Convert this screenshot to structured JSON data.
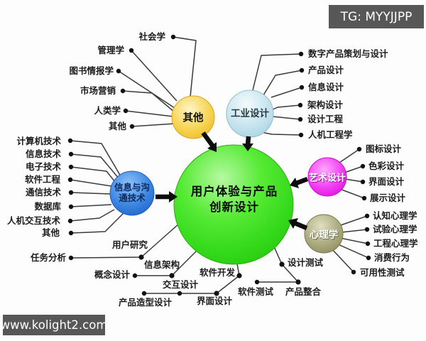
{
  "center": {
    "line1": "用户体验与产品",
    "line2": "创新设计"
  },
  "groups": {
    "other": {
      "node": "其他",
      "leaves": [
        "社会学",
        "管理学",
        "图书情报学",
        "市场营销",
        "人类学",
        "其他"
      ]
    },
    "industrial": {
      "node": "工业设计",
      "leaves": [
        "数字产品策划与设计",
        "产品设计",
        "信息设计",
        "架构设计",
        "设计工程",
        "人机工程学"
      ]
    },
    "art": {
      "node": "艺术设计",
      "leaves": [
        "图标设计",
        "色彩设计",
        "界面设计",
        "展示设计"
      ]
    },
    "psychology": {
      "node": "心理学",
      "leaves": [
        "认知心理学",
        "试验心理学",
        "工程心理学",
        "消费行为",
        "可用性测试"
      ]
    },
    "ict": {
      "node_line1": "信息与沟",
      "node_line2": "通技术",
      "leaves": [
        "计算机技术",
        "信息技术",
        "电子技术",
        "软件工程",
        "通信技术",
        "数据库",
        "人机交互技术",
        "其他"
      ]
    },
    "process": {
      "leaves": [
        "任务分析",
        "用户研究",
        "概念设计",
        "信息架构",
        "交互设计",
        "产品造型设计",
        "界面设计",
        "软件开发",
        "软件测试",
        "产品整合",
        "设计测试"
      ]
    }
  },
  "watermarks": {
    "top_right": "TG: MYYJJPP",
    "bottom_left": "www.kolight2.com"
  },
  "colors": {
    "center_green": "#35d81c",
    "other_yellow": "#f2c53a",
    "industrial_blue": "#b9dde9",
    "art_magenta": "#ee2bee",
    "psychology_olive": "#a4a478",
    "ict_blue": "#2d7ad8",
    "line": "#3a3a3a",
    "banner_bg": "#575757"
  }
}
